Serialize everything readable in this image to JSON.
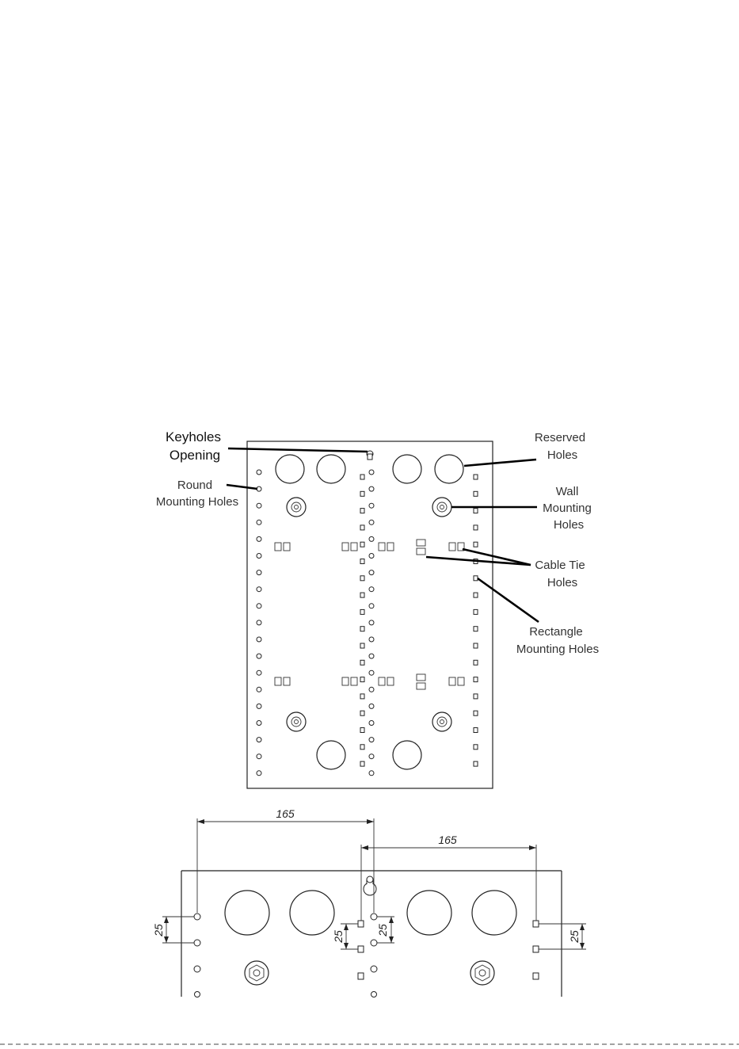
{
  "callouts": {
    "keyholes_line1": "Keyholes",
    "keyholes_line2": "Opening",
    "round_line1": "Round",
    "round_line2": "Mounting Holes",
    "reserved_line1": "Reserved",
    "reserved_line2": "Holes",
    "wall_line1": "Wall",
    "wall_line2": "Mounting",
    "wall_line3": "Holes",
    "cable_line1": "Cable Tie",
    "cable_line2": "Holes",
    "rect_line1": "Rectangle",
    "rect_line2": "Mounting Holes"
  },
  "dimensions": {
    "top_span": "165",
    "second_span": "165",
    "left_pitch": "25",
    "center_left_pitch": "25",
    "center_right_pitch": "25",
    "right_pitch": "25"
  }
}
